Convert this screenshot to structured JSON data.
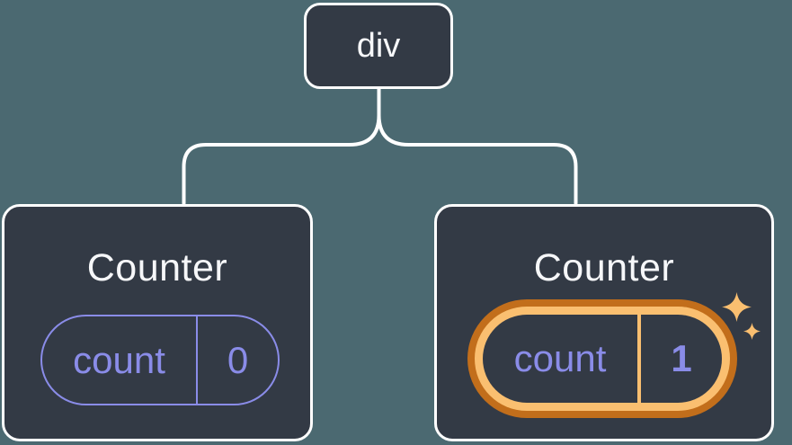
{
  "colors": {
    "background": "#4B6971",
    "node_fill": "#333A45",
    "node_border": "#FFFFFF",
    "connector": "#FFFFFF",
    "state_accent": "#8A8CE8",
    "highlight_outer": "#C26E1B",
    "highlight_inner": "#FABF70",
    "label_text": "#F6F7F9"
  },
  "icons": {
    "sparkles": "✦✦"
  },
  "tree": {
    "root": {
      "label": "div"
    },
    "children": [
      {
        "label": "Counter",
        "state": {
          "key": "count",
          "value": "0"
        },
        "highlighted": false
      },
      {
        "label": "Counter",
        "state": {
          "key": "count",
          "value": "1"
        },
        "highlighted": true
      }
    ]
  }
}
